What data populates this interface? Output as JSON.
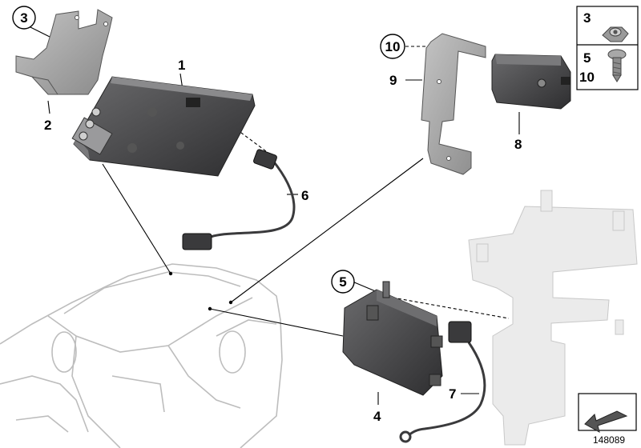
{
  "callouts": {
    "c1": "1",
    "c2": "2",
    "c3": "3",
    "c4": "4",
    "c5": "5",
    "c6": "6",
    "c7": "7",
    "c8": "8",
    "c9": "9",
    "c10": "10"
  },
  "legend": {
    "item_a": "3",
    "item_b_top": "5",
    "item_b_bottom": "10"
  },
  "reference_number": "148089",
  "colors": {
    "line": "#000000",
    "part_dark": "#3a3a3c",
    "part_mid": "#5a5a5c",
    "bracket": "#9a9a9a",
    "ghost": "#e6e6e6",
    "car_outline": "#bdbdbd"
  }
}
